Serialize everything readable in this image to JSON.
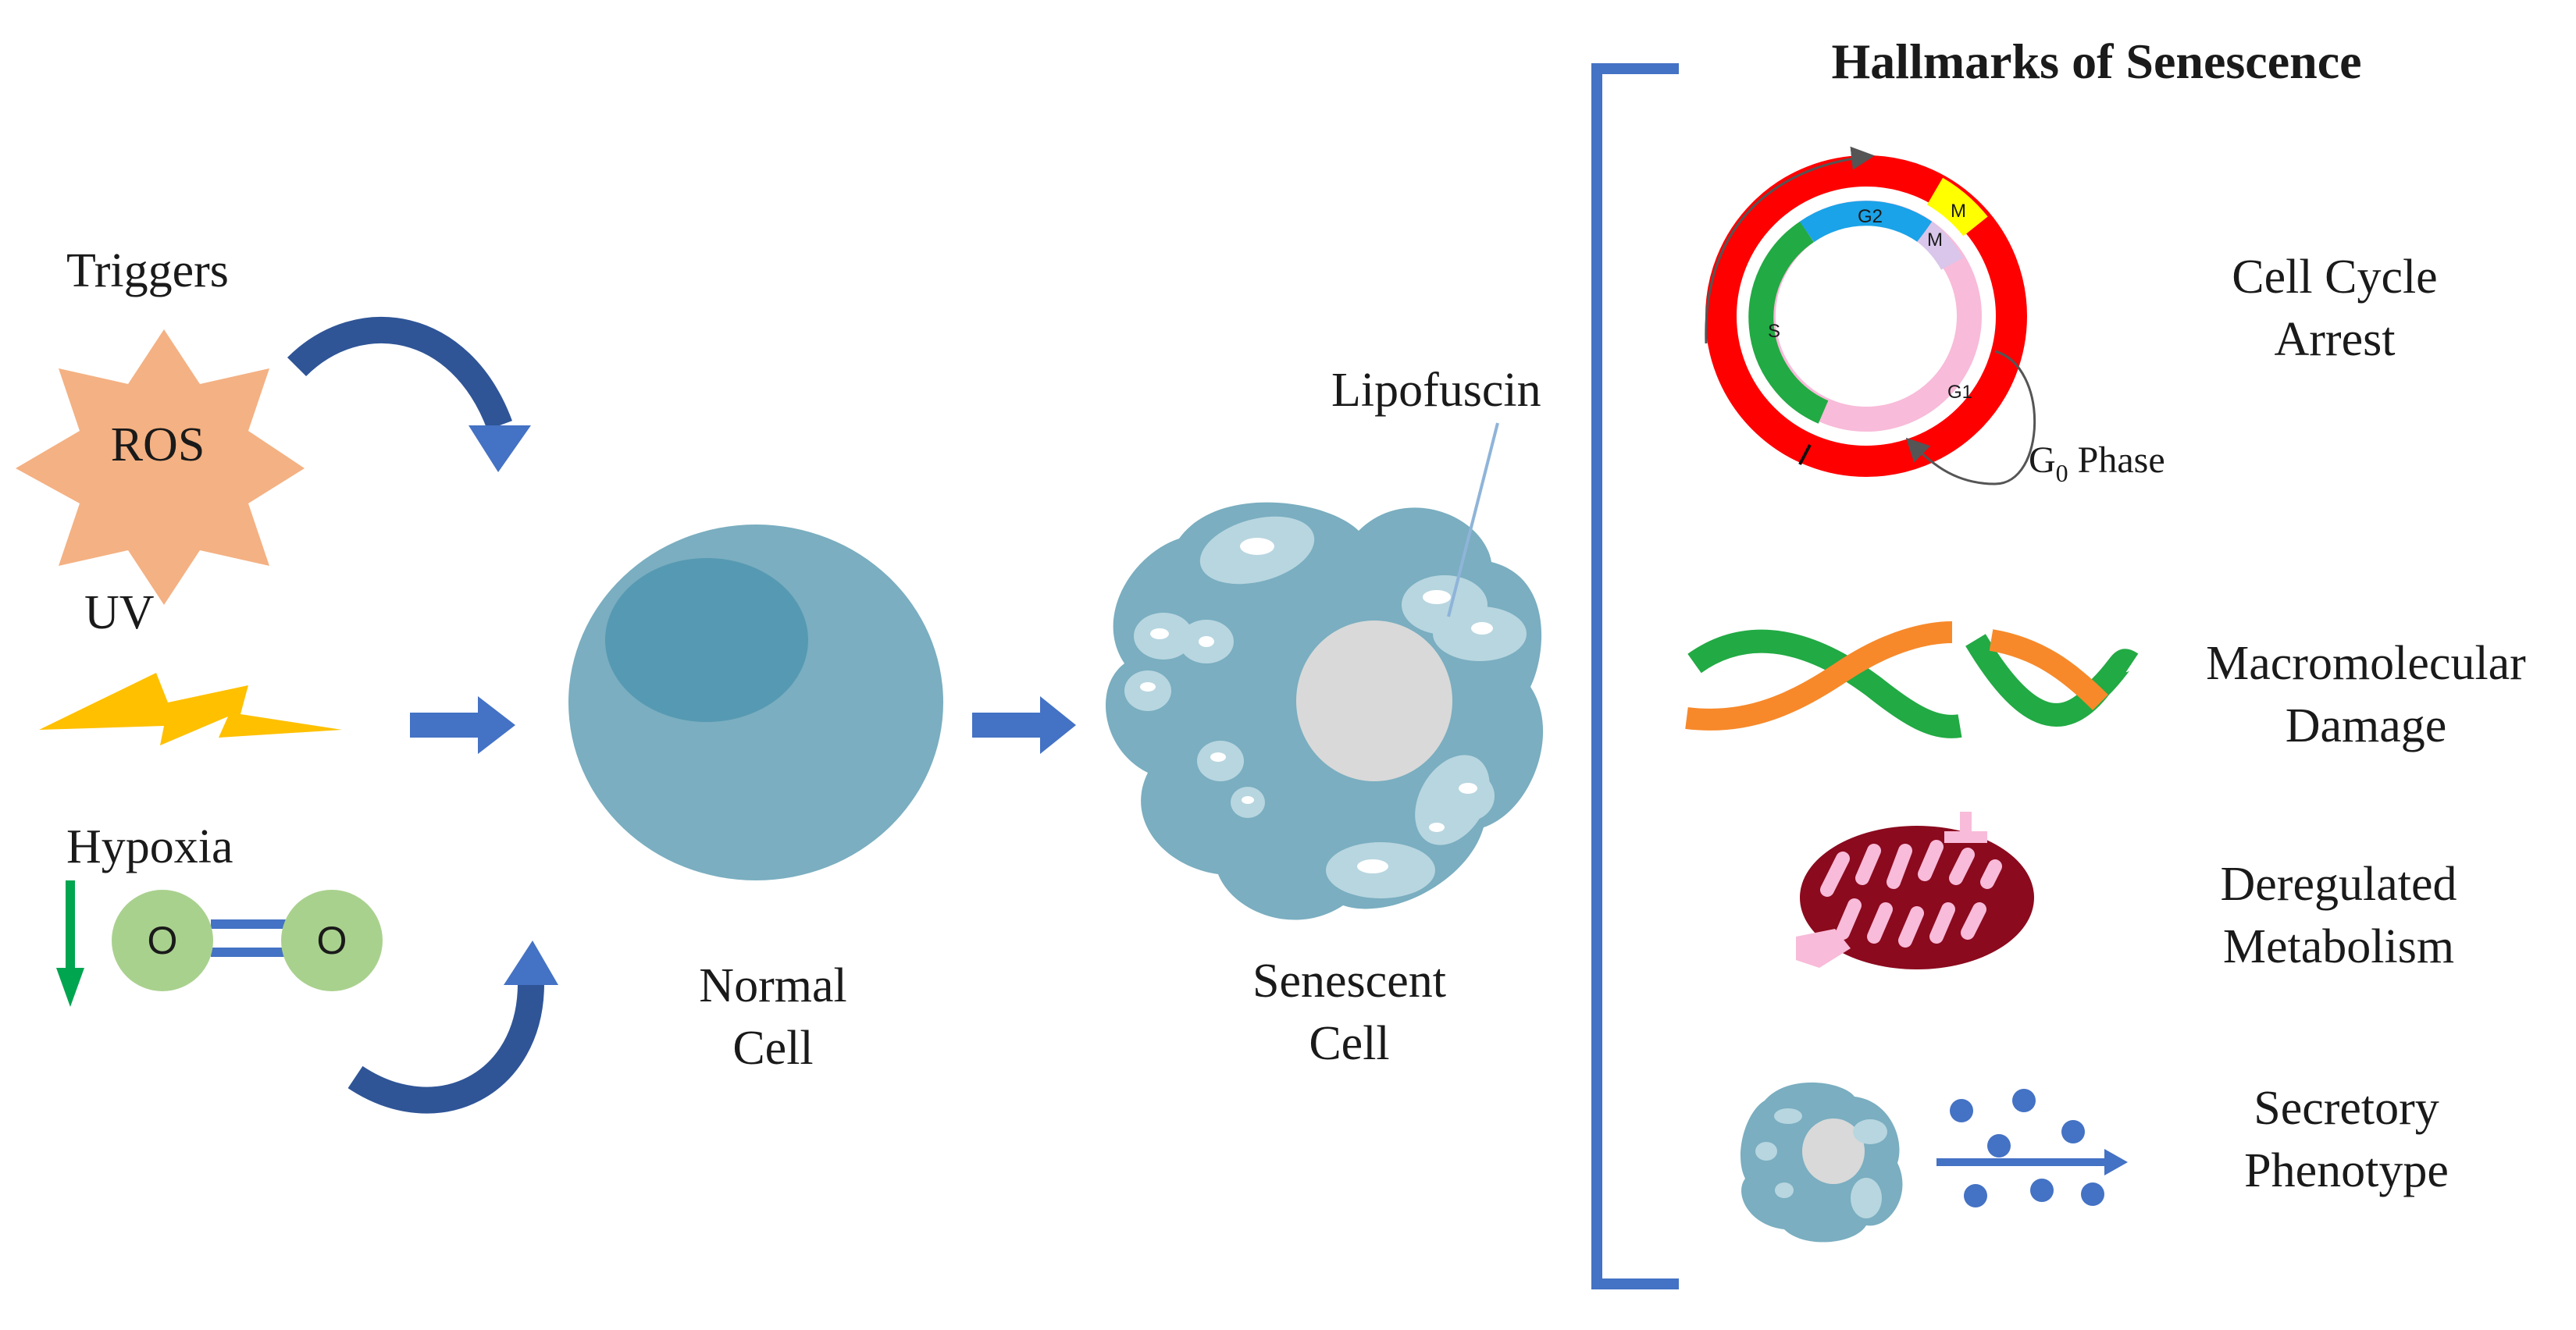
{
  "triggers": {
    "heading": "Triggers",
    "ros": "ROS",
    "uv": "UV",
    "hypoxia": "Hypoxia",
    "oxygen_atom_1": "O",
    "oxygen_atom_2": "O"
  },
  "cells": {
    "normal_line1": "Normal",
    "normal_line2": "Cell",
    "senescent_line1": "Senescent",
    "senescent_line2": "Cell",
    "lipofuscin": "Lipofuscin"
  },
  "hallmarks": {
    "title": "Hallmarks of Senescence",
    "cell_cycle": {
      "line1": "Cell Cycle",
      "line2": "Arrest",
      "phases": {
        "g2": "G2",
        "m_outer": "M",
        "m_inner": "M",
        "s": "S",
        "g1": "G1"
      },
      "g0_prefix": "G",
      "g0_sub": "0",
      "g0_suffix": " Phase"
    },
    "macromolecular": {
      "line1": "Macromolecular",
      "line2": "Damage"
    },
    "metabolism": {
      "line1": "Deregulated",
      "line2": "Metabolism"
    },
    "secretory": {
      "line1": "Secretory",
      "line2": "Phenotype"
    }
  },
  "colors": {
    "arrow_blue": "#4472c4",
    "cell_blue": "#7aaec0",
    "nucleus_blue": "#5699b2",
    "ros_orange": "#f4b183",
    "uv_yellow": "#ffc000",
    "oxygen_green": "#a9d18e",
    "cycle_red": "#ff0000",
    "s_green": "#22aa44",
    "g2_blue": "#1aa3e8",
    "m_yellow": "#ffff00",
    "g1_pink": "#f8bbd9",
    "dna_orange": "#f7892a",
    "mito_dark": "#8b0a1e"
  }
}
